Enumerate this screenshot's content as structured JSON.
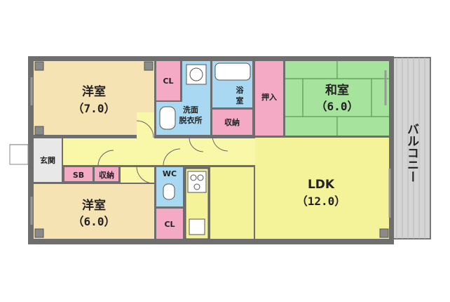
{
  "rooms": {
    "western1": {
      "name": "洋室",
      "size": "（7.0）"
    },
    "western2": {
      "name": "洋室",
      "size": "（6.0）"
    },
    "japanese": {
      "name": "和室",
      "size": "（6.0）"
    },
    "ldk": {
      "name": "LDK",
      "size": "（12.0）"
    },
    "closet1": "CL",
    "closet2": "CL",
    "washroom": {
      "line1": "洗面",
      "line2": "脱衣所"
    },
    "bath": {
      "line1": "浴",
      "line2": "室"
    },
    "storage_mid": "収納",
    "oshiire": "押入",
    "entrance": "玄関",
    "shoebox": "SB",
    "storage_hall": "収納",
    "wc": "WC",
    "balcony": "バルコニー"
  },
  "colors": {
    "western": "#f6e3b4",
    "japanese": "#a6e39c",
    "ldk": "#f5f39a",
    "hall": "#f9f7a8",
    "closet": "#f4a9c4",
    "water": "#a9d8f2",
    "wall": "#6e6e6e",
    "balcony": "#d3d3d3",
    "entrance": "#e8e8e8"
  }
}
